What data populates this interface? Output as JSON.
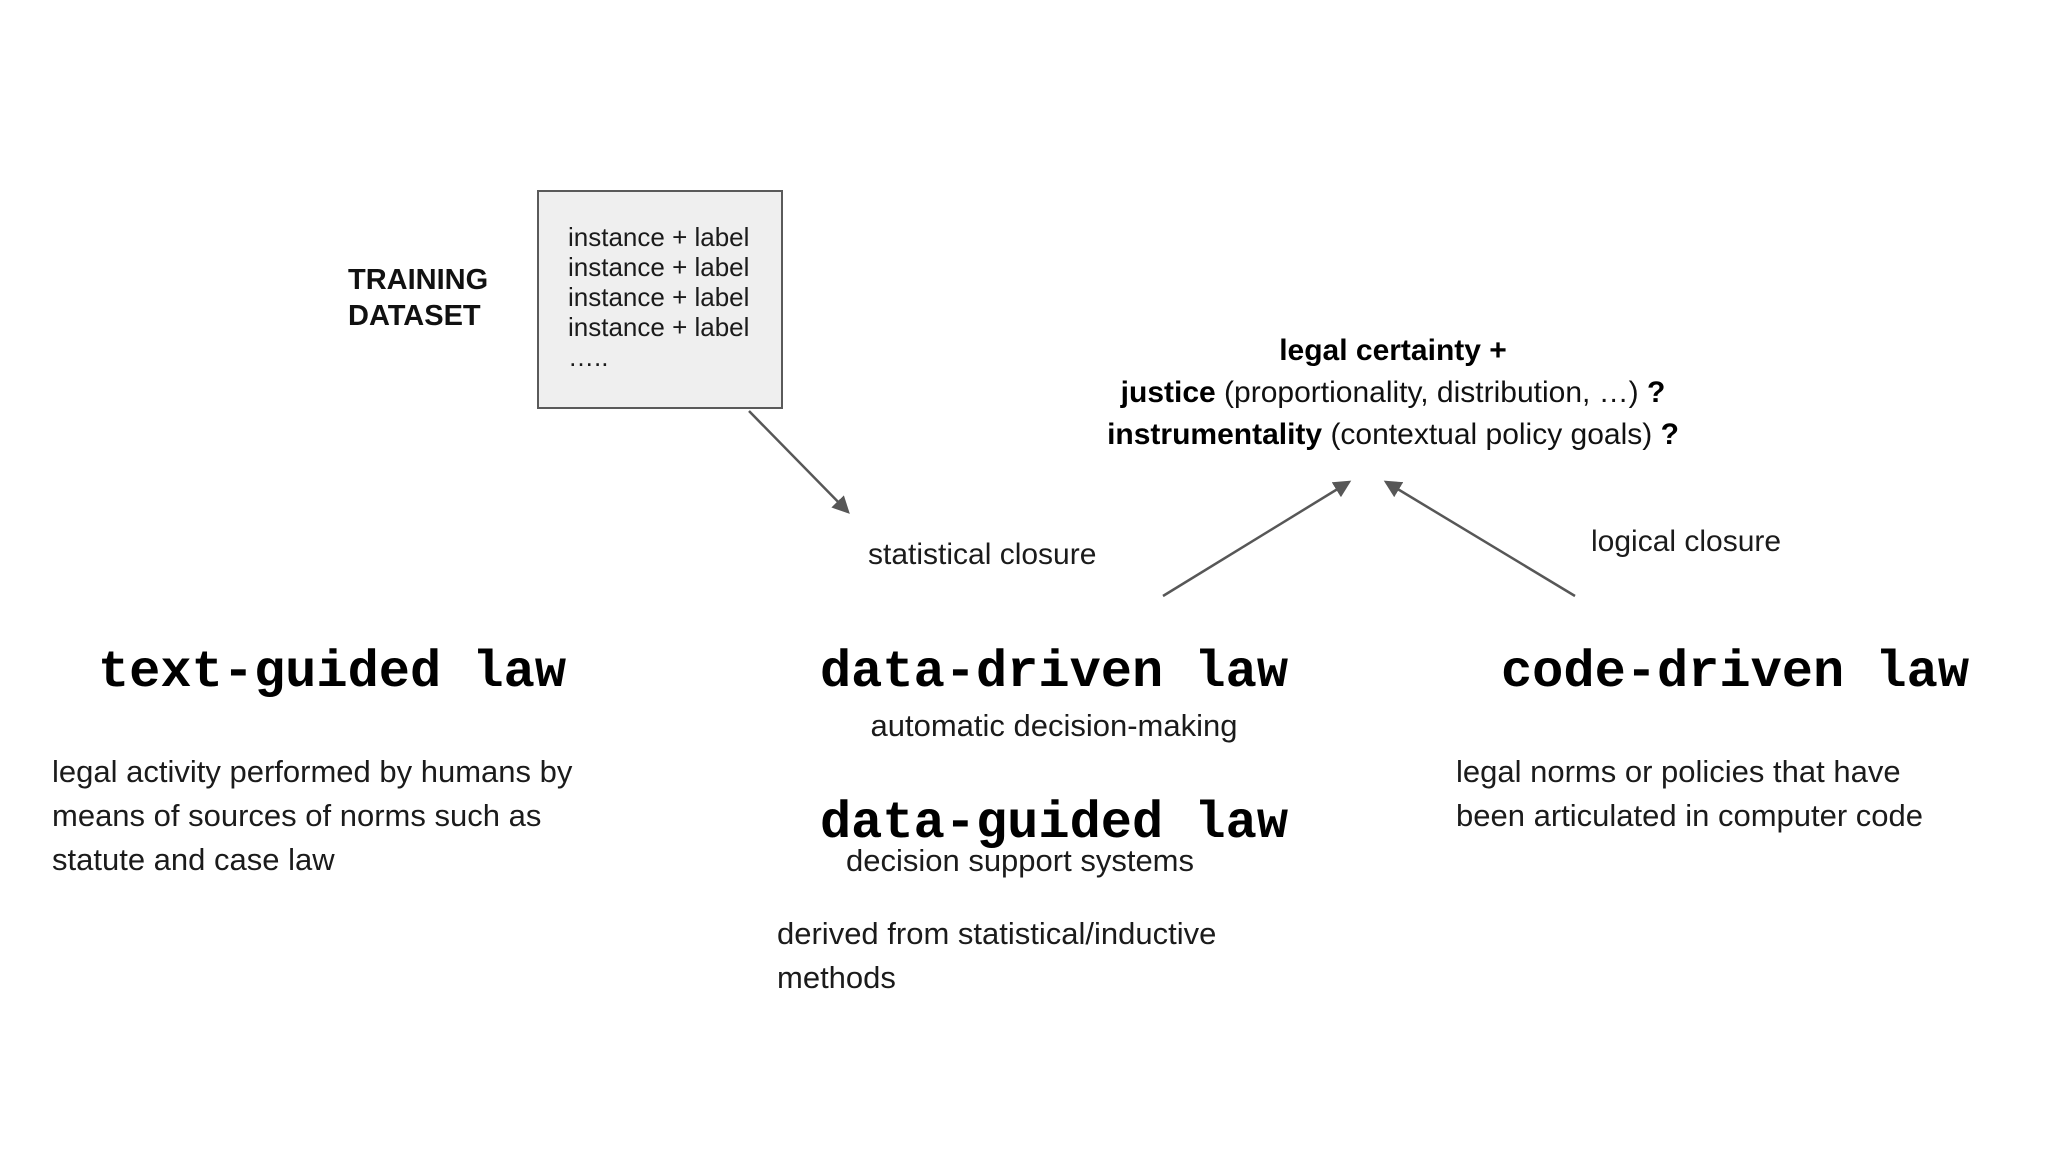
{
  "training": {
    "label_line1": "TRAINING",
    "label_line2": "DATASET",
    "box_lines": [
      "instance + label",
      "instance + label",
      "instance + label",
      "instance + label",
      "….."
    ]
  },
  "goals": {
    "line1_bold": "legal certainty +",
    "line2_bold": "justice",
    "line2_regular": " (proportionality, distribution, …) ",
    "line2_q": "?",
    "line3_bold": "instrumentality",
    "line3_regular": " (contextual policy goals) ",
    "line3_q": "?"
  },
  "edges": {
    "statistical_label": "statistical closure",
    "logical_label": "logical closure",
    "arrow_color": "#575757"
  },
  "columns": {
    "text_guided": {
      "title": "text-guided law",
      "lines": [
        "legal activity performed by humans by",
        "means of sources of norms such as",
        "statute and case law"
      ]
    },
    "data_driven": {
      "title": "data-driven law",
      "subtitle": "automatic decision-making"
    },
    "data_guided": {
      "title": "data-guided law",
      "subtitle": "decision support systems",
      "note_lines": [
        "derived from statistical/inductive",
        "methods"
      ]
    },
    "code_driven": {
      "title": "code-driven law",
      "lines": [
        "legal norms or policies that have",
        "been articulated in computer code"
      ]
    }
  },
  "colors": {
    "box_fill": "#efefef",
    "box_border": "#5a5a5a",
    "arrow": "#575757"
  }
}
